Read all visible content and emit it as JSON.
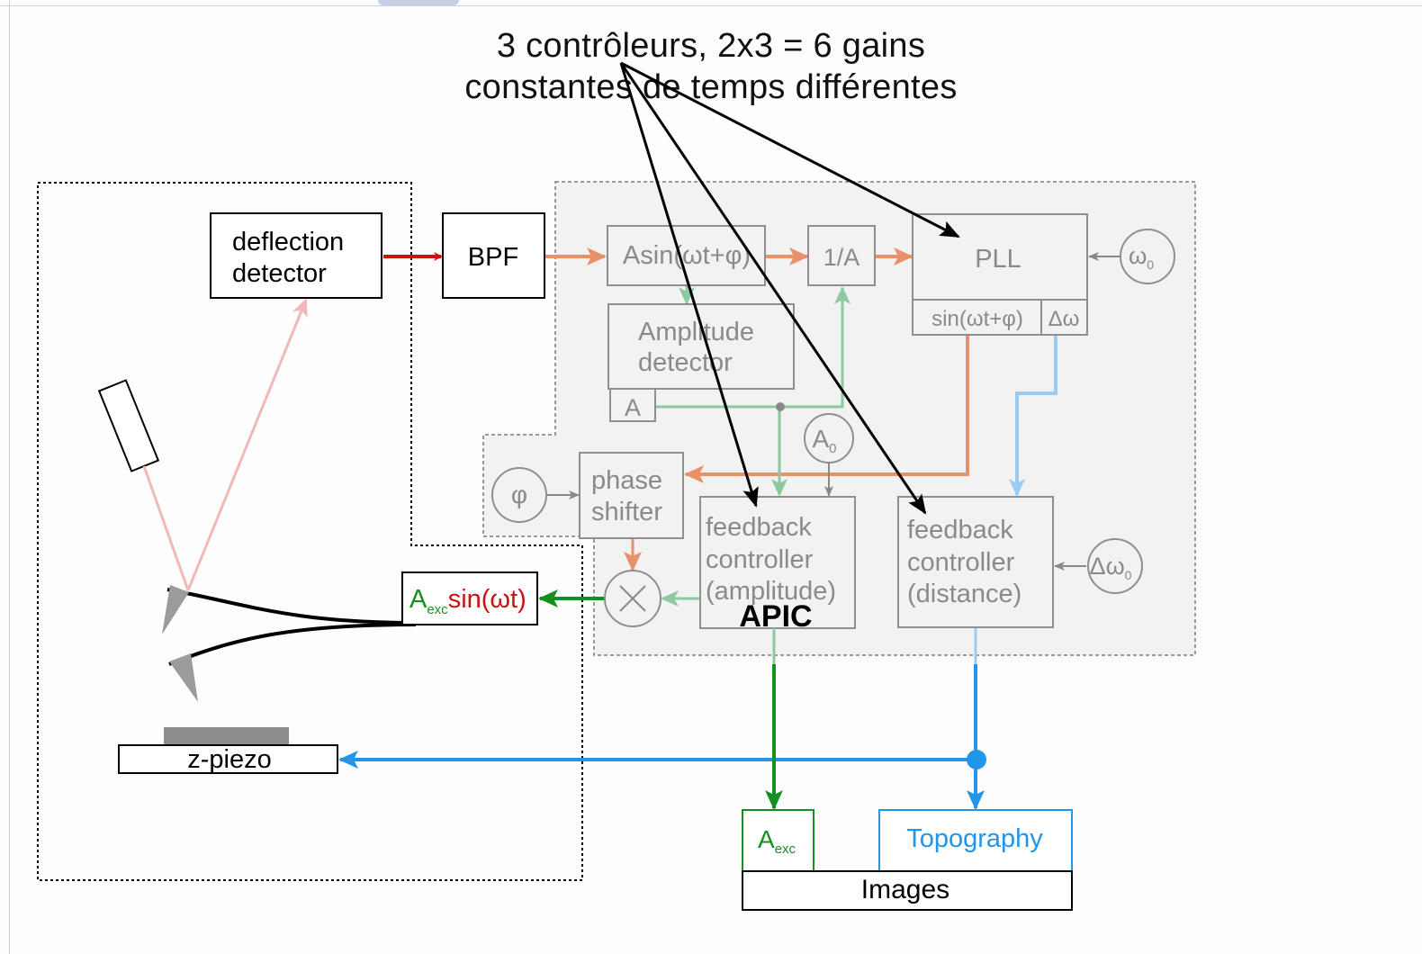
{
  "header": {
    "line1": "3 contrôleurs, 2x3 = 6 gains",
    "line2": "constantes de temps différentes"
  },
  "blocks": {
    "deflection_detector": [
      "deflection",
      "detector"
    ],
    "bpf": "BPF",
    "asin": "Asin(ωt+φ)",
    "inv_a": "1/A",
    "pll": "PLL",
    "pll_sin": "sin(ωt+φ)",
    "pll_dw": "Δω",
    "omega0": "ω",
    "omega0_sub": "0",
    "amplitude_detector": [
      "Amplitude",
      "detector"
    ],
    "a_out": "A",
    "a0": "A",
    "a0_sub": "0",
    "phi": "φ",
    "phase_shifter": [
      "phase",
      "shifter"
    ],
    "fb_amplitude": [
      "feedback",
      "controller",
      "(amplitude)"
    ],
    "fb_distance": [
      "feedback",
      "controller",
      "(distance)"
    ],
    "dw0": "Δω",
    "dw0_sub": "0",
    "apic": "APIC",
    "aexc_A": "A",
    "aexc_sub": "exc",
    "aexc_sin": "sin(ωt)",
    "zpiezo": "z-piezo",
    "img_aexc_A": "A",
    "img_aexc_sub": "exc",
    "topography": "Topography",
    "images": "Images"
  },
  "colors": {
    "red": "#cc1111",
    "orange": "#e8906a",
    "green_light": "#8cc9a0",
    "green": "#149020",
    "blue": "#2196e8",
    "blue_light": "#9dcaf0",
    "pink": "#f2b8b8",
    "gray": "#9a9a9a"
  }
}
